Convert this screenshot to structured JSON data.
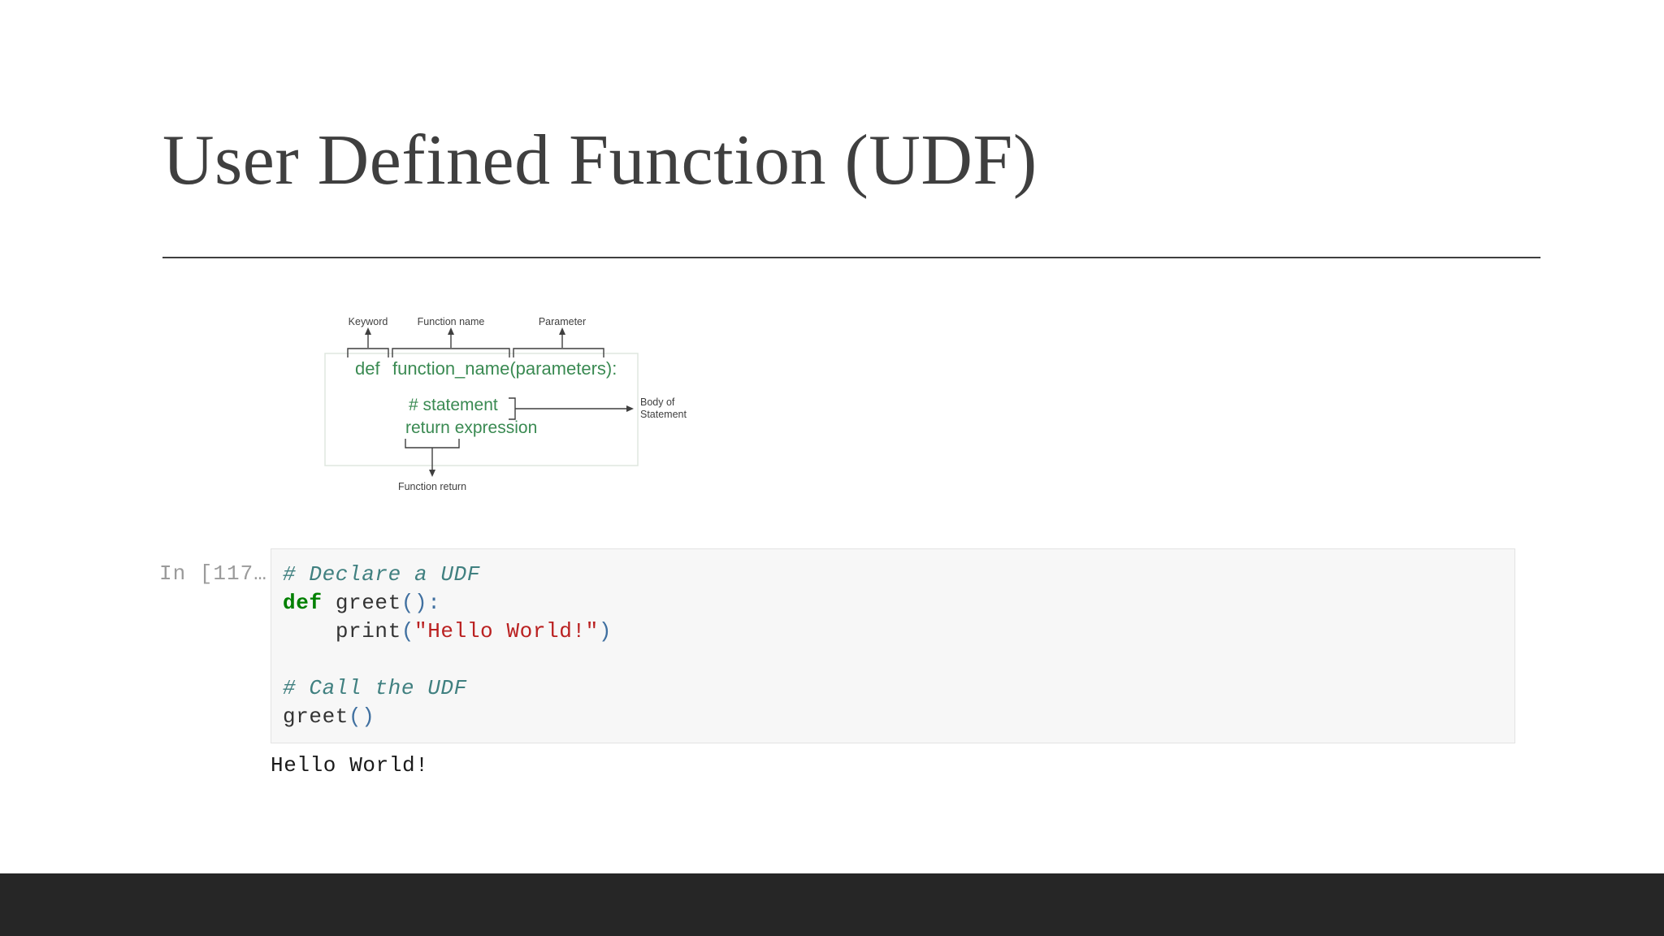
{
  "slide": {
    "title": "User Defined Function (UDF)",
    "background_color": "#ffffff",
    "title_color": "#3f3f3f",
    "rule_color": "#3f3f3f",
    "bottom_bar_color": "#262626"
  },
  "diagram": {
    "accent_color": "#3a8a52",
    "line_color": "#3f3f3f",
    "box_border_color": "#dfe7df",
    "callouts": {
      "keyword": "Keyword",
      "function_name": "Function name",
      "parameter": "Parameter",
      "body_of_statement_line1": "Body of",
      "body_of_statement_line2": "Statement",
      "function_return": "Function return"
    },
    "code": {
      "def_keyword": "def",
      "signature": "function_name(parameters):",
      "statement": "# statement",
      "return_line": "return expression"
    }
  },
  "notebook": {
    "prompt": "In [117…",
    "input_background": "#f7f7f7",
    "input_border": "#e3e3e3",
    "code_lines": [
      {
        "tokens": [
          {
            "text": "# Declare a UDF",
            "type": "comment"
          }
        ]
      },
      {
        "tokens": [
          {
            "text": "def",
            "type": "keyword"
          },
          {
            "text": " ",
            "type": "plain"
          },
          {
            "text": "greet",
            "type": "name"
          },
          {
            "text": "():",
            "type": "punct"
          }
        ]
      },
      {
        "tokens": [
          {
            "text": "    ",
            "type": "plain"
          },
          {
            "text": "print",
            "type": "name"
          },
          {
            "text": "(",
            "type": "punct"
          },
          {
            "text": "\"Hello World!\"",
            "type": "string"
          },
          {
            "text": ")",
            "type": "punct"
          }
        ]
      },
      {
        "tokens": [
          {
            "text": " ",
            "type": "plain"
          }
        ]
      },
      {
        "tokens": [
          {
            "text": "# Call the UDF",
            "type": "comment"
          }
        ]
      },
      {
        "tokens": [
          {
            "text": "greet",
            "type": "name"
          },
          {
            "text": "()",
            "type": "punct"
          }
        ]
      }
    ],
    "output": "Hello World!",
    "syntax_colors": {
      "comment": "#408080",
      "keyword": "#008000",
      "name": "#333333",
      "punct": "#4070a0",
      "string": "#ba2121",
      "plain": "#1a1a1a"
    }
  }
}
